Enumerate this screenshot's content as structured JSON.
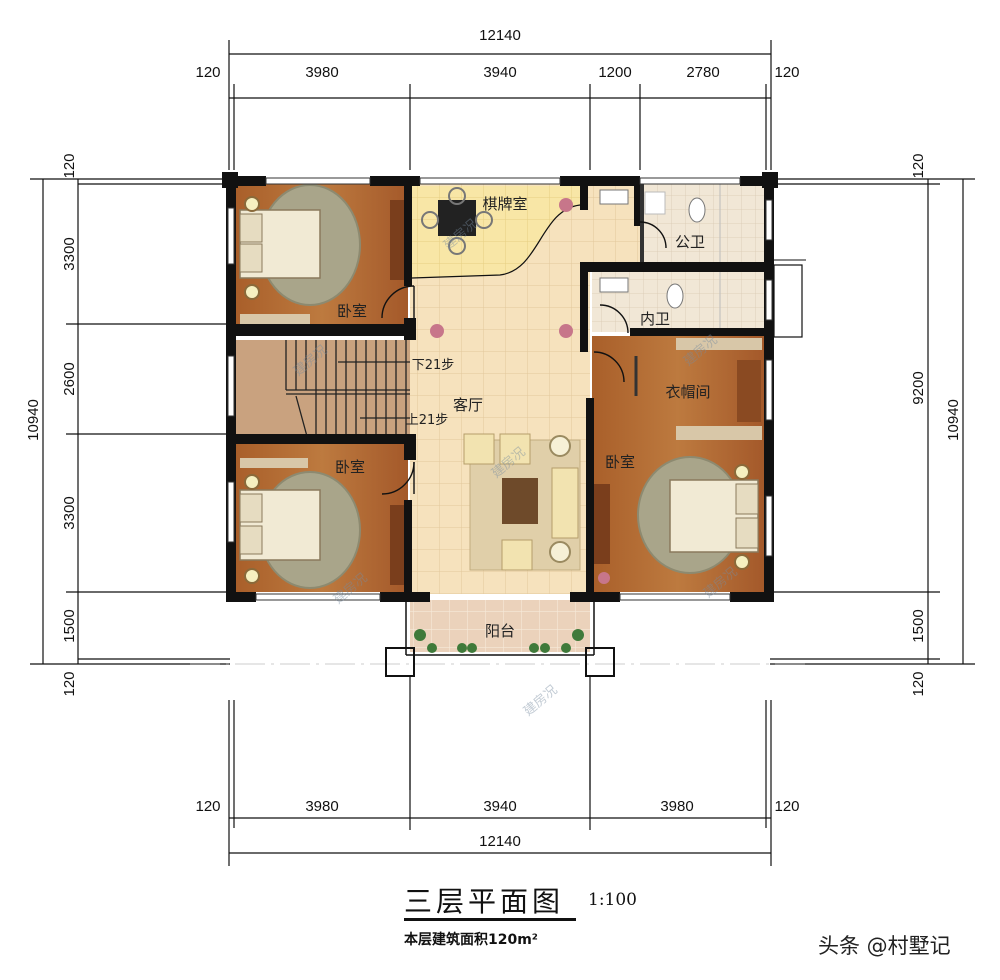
{
  "drawing": {
    "title": "三层平面图",
    "scale": "1:100",
    "area_note": "本层建筑面积120m²",
    "signature": "头条 @村墅记",
    "watermark": "建房况"
  },
  "dimensions": {
    "top_total": "12140",
    "top_segments": [
      "120",
      "3980",
      "3940",
      "1200",
      "2780",
      "120"
    ],
    "bottom_total": "12140",
    "bottom_segments": [
      "120",
      "3980",
      "3940",
      "3980",
      "120"
    ],
    "left_total": "10940",
    "left_segments": [
      "120",
      "3300",
      "2600",
      "3300",
      "1500",
      "120"
    ],
    "right_total": "10940",
    "right_segments": [
      "120",
      "9200",
      "1500",
      "120"
    ]
  },
  "rooms": {
    "bedroom_nw": "卧室",
    "bedroom_sw": "卧室",
    "bedroom_e": "卧室",
    "card_room": "棋牌室",
    "public_wc": "公卫",
    "private_wc": "内卫",
    "closet": "衣帽间",
    "living_room": "客厅",
    "balcony": "阳台"
  },
  "stairs": {
    "down": "下21步",
    "up": "上21步"
  },
  "colors": {
    "wall": "#111111",
    "wood_floor": "#b0672f",
    "tile_floor": "#f4dfb8",
    "card_room_floor": "#f7e3a0",
    "bath_tile": "#efe4d2",
    "stair_floor": "#c9a27f",
    "balcony_tile": "#e8cdb5"
  }
}
